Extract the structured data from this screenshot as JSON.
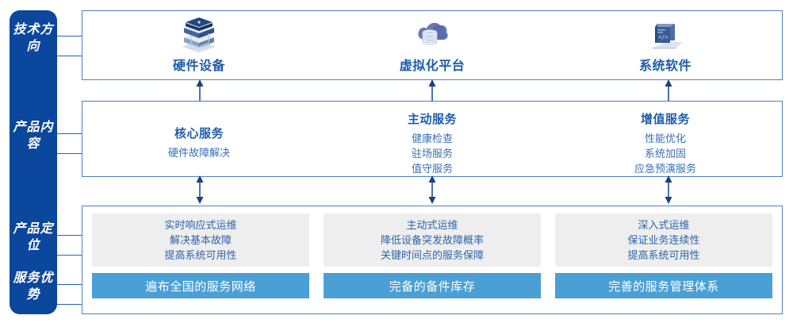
{
  "sidebar": {
    "items": [
      {
        "label": "技术方向",
        "name": "tech-direction"
      },
      {
        "label": "产品内容",
        "name": "product-content"
      },
      {
        "label": "产品定位",
        "name": "product-positioning"
      },
      {
        "label": "服务优势",
        "name": "service-advantage"
      }
    ]
  },
  "tech": {
    "cells": [
      {
        "label": "硬件设备",
        "icon": "server-stack-icon"
      },
      {
        "label": "虚拟化平台",
        "icon": "cloud-database-icon"
      },
      {
        "label": "系统软件",
        "icon": "laptop-code-icon"
      }
    ]
  },
  "content": {
    "cells": [
      {
        "title": "核心服务",
        "items": [
          "硬件故障解决"
        ]
      },
      {
        "title": "主动服务",
        "items": [
          "健康检查",
          "驻场服务",
          "值守服务"
        ]
      },
      {
        "title": "增值服务",
        "items": [
          "性能优化",
          "系统加固",
          "应急预演服务"
        ]
      }
    ]
  },
  "positioning": {
    "boxes": [
      {
        "lines": [
          "实时响应式运维",
          "解决基本故障",
          "提高系统可用性"
        ]
      },
      {
        "lines": [
          "主动式运维",
          "降低设备突发故障概率",
          "关键时间点的服务保障"
        ]
      },
      {
        "lines": [
          "深入式运维",
          "保证业务连续性",
          "提高系统可用性"
        ]
      }
    ]
  },
  "advantages": {
    "bars": [
      {
        "label": "遍布全国的服务网络"
      },
      {
        "label": "完备的备件库存"
      },
      {
        "label": "完善的服务管理体系"
      }
    ]
  },
  "arrows": {
    "up": "arrow-up-icon",
    "bidirectional": "arrow-bidirectional-icon"
  },
  "colors": {
    "rail": "#0b479c",
    "panel_border": "#4f81bd",
    "accent_blue": "#1f5cab",
    "grey_box": "#eeeeee",
    "bar_blue": "#4aa0d5"
  }
}
